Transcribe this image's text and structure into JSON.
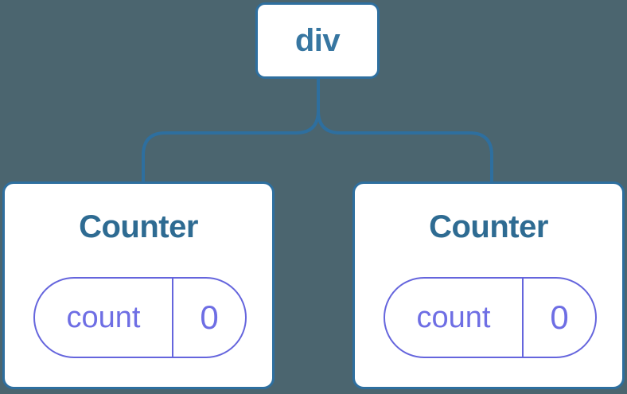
{
  "tree": {
    "root": {
      "label": "div"
    },
    "children": [
      {
        "title": "Counter",
        "state": {
          "key": "count",
          "value": "0"
        }
      },
      {
        "title": "Counter",
        "state": {
          "key": "count",
          "value": "0"
        }
      }
    ]
  },
  "colors": {
    "background": "#4B656F",
    "node_fill": "#FFFFFF",
    "tree_stroke": "#2E6F9F",
    "root_label_text": "#3776A1",
    "counter_title_text": "#2E6B92",
    "state_accent_border": "#6565DD",
    "state_text": "#6E6EE4"
  }
}
